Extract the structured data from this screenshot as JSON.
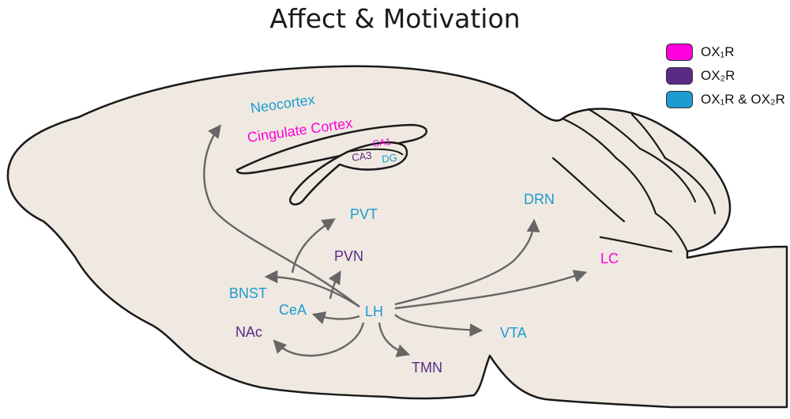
{
  "title": "Affect & Motivation",
  "colors": {
    "ox1r": "#ff00dd",
    "ox2r": "#5b2a86",
    "both": "#1d9ad0",
    "brain_fill": "#efe9e1",
    "arrow": "#666666"
  },
  "legend": [
    {
      "label": "OX₁R",
      "color": "#ff00dd"
    },
    {
      "label": "OX₂R",
      "color": "#5b2a86"
    },
    {
      "label": "OX₁R & OX₂R",
      "color": "#1d9ad0"
    }
  ],
  "regions": {
    "neocortex": "Neocortex",
    "cingulate": "Cingulate Cortex",
    "ca1": "CA1",
    "ca3": "CA3",
    "dg": "DG",
    "pvt": "PVT",
    "pvn": "PVN",
    "bnst": "BNST",
    "cea": "CeA",
    "lh": "LH",
    "nac": "NAc",
    "tmn": "TMN",
    "vta": "VTA",
    "drn": "DRN",
    "lc": "LC"
  }
}
